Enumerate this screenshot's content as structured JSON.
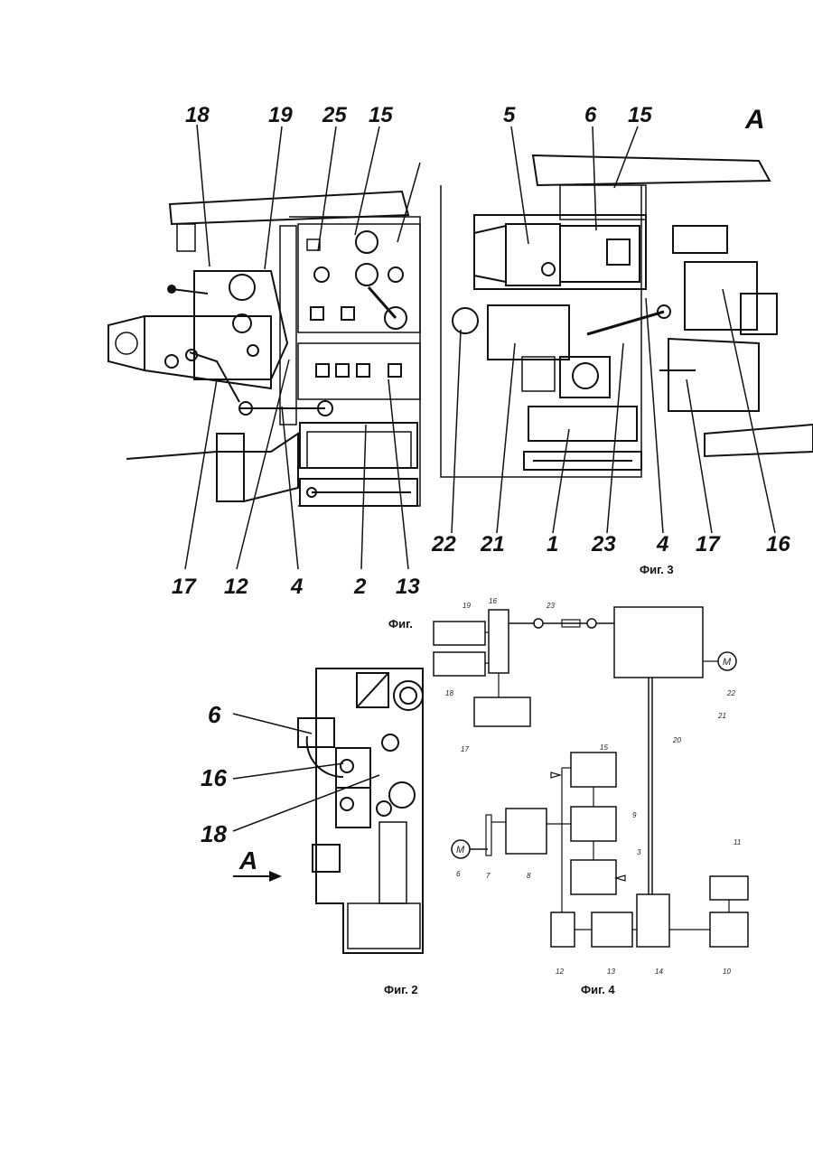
{
  "fig1": {
    "top_labels": [
      "18",
      "19",
      "25",
      "15"
    ],
    "bottom_labels": [
      "17",
      "12",
      "4",
      "2",
      "13"
    ],
    "caption": "Фиг."
  },
  "fig3": {
    "top_labels": [
      "5",
      "6",
      "15"
    ],
    "view_letter": "A",
    "bottom_labels": [
      "22",
      "21",
      "1",
      "23",
      "4",
      "17",
      "16"
    ],
    "caption": "Фиг. 3"
  },
  "fig2": {
    "labels": [
      "6",
      "16",
      "18"
    ],
    "view_letter": "A",
    "caption": "Фиг. 2"
  },
  "fig4": {
    "motor_symbol": "M",
    "block_labels": [
      "19",
      "16",
      "23",
      "18",
      "17",
      "21",
      "22",
      "20",
      "15",
      "9",
      "3",
      "6",
      "7",
      "8",
      "12",
      "13",
      "14",
      "11",
      "10"
    ],
    "caption": "Фиг. 4"
  }
}
